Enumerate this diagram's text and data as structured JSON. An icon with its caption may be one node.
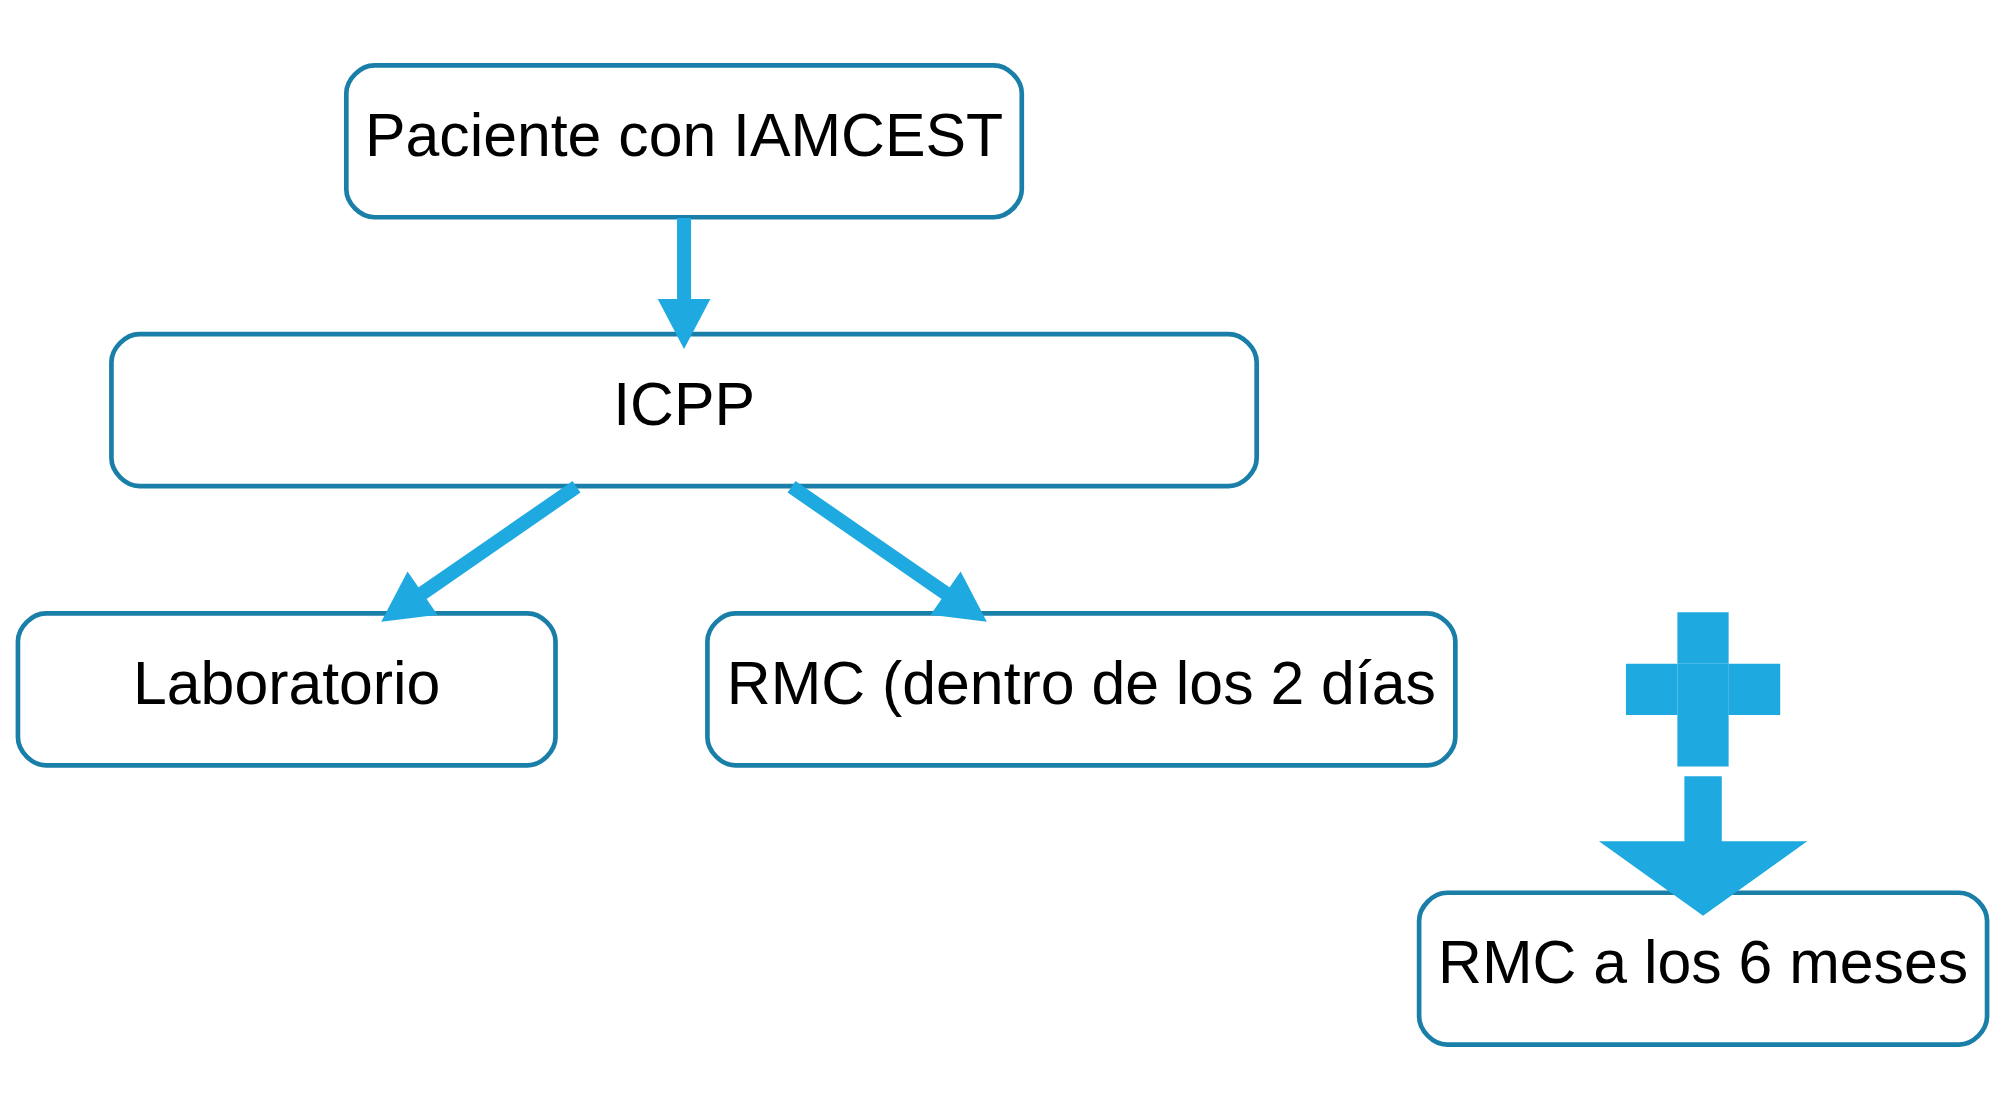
{
  "diagram": {
    "nodes": [
      {
        "text": [
          "Paciente con IAMCEST"
        ]
      },
      {
        "text": [
          "ICPP"
        ]
      },
      {
        "text": [
          "Laboratorio"
        ]
      },
      {
        "text": [],
        "shape": "cross"
      },
      {
        "text": [
          "RMC (dentro de los 2 días"
        ]
      },
      {
        "text": [
          "RMC a los 6 meses"
        ]
      }
    ],
    "edges": [
      {
        "from": 0,
        "to": 1,
        "arrow": "to"
      },
      {
        "from": 1,
        "to": 2,
        "arrow": "to"
      },
      {
        "from": 1,
        "to": 4,
        "arrow": "to"
      },
      {
        "from": 3,
        "to": 5,
        "arrow": "to",
        "style": "thick"
      }
    ]
  }
}
